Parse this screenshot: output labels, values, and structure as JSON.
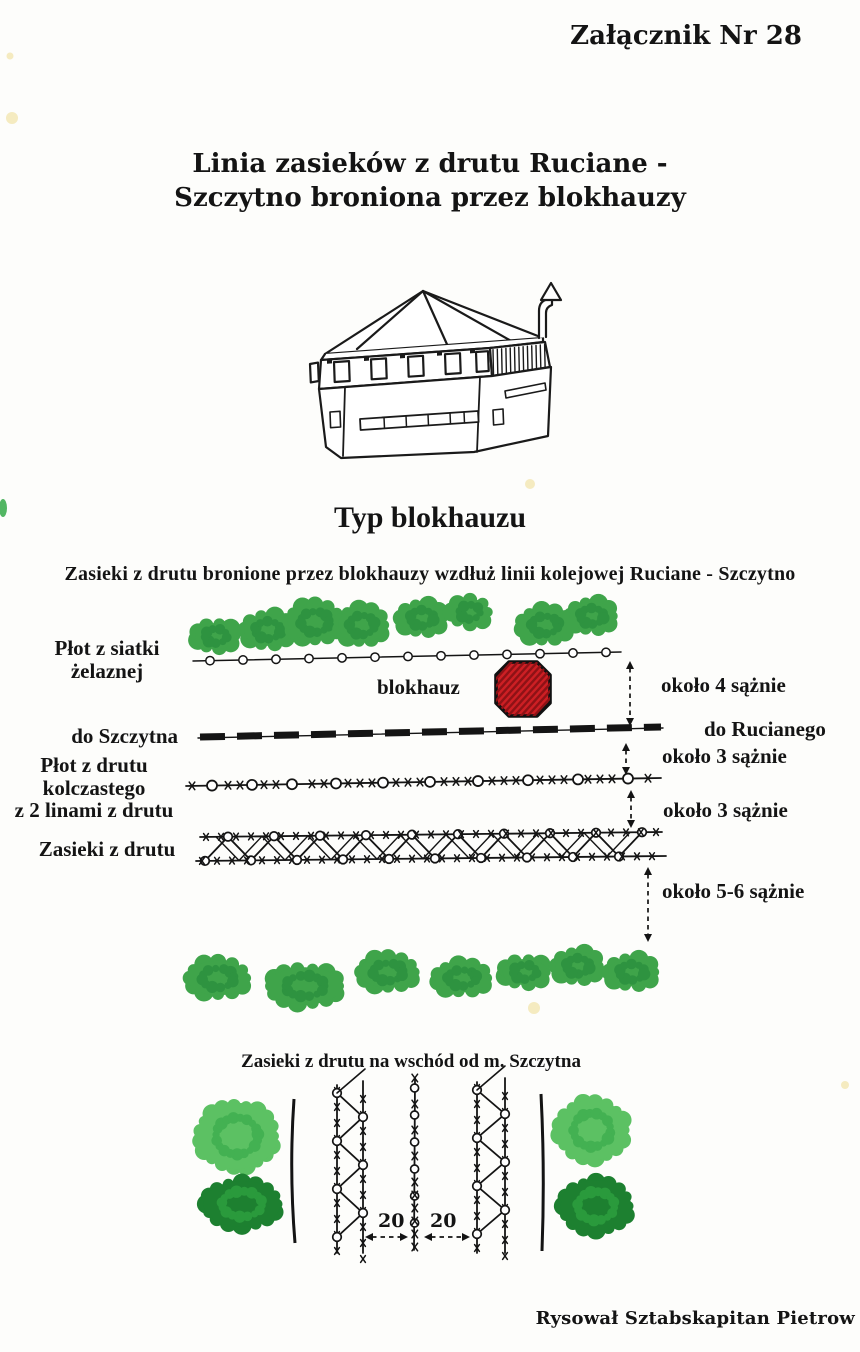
{
  "document": {
    "attachment": "Załącznik Nr 28",
    "title_line1": "Linia zasieków z drutu Ruciane -",
    "title_line2": "Szczytno broniona przez blokhauzy",
    "blockhouse_caption": "Typ blokhauzu",
    "credit": "Rysował Sztabskapitan Pietrow"
  },
  "profile_diagram": {
    "heading": "Zasieki z drutu bronione przez blokhauzy wzdłuż linii kolejowej Ruciane - Szczytno",
    "labels": {
      "mesh_fence_line1": "Płot z siatki",
      "mesh_fence_line2": "żelaznej",
      "blockhouse": "blokhauz",
      "to_szczytno": "do Szczytna",
      "to_ruciane": "do Rucianego",
      "barbed_fence_line1": "Płot z drutu",
      "barbed_fence_line2": "kolczastego",
      "barbed_fence_line3": "z 2 linami z drutu",
      "entanglement": "Zasieki z drutu"
    },
    "distances": {
      "d1": "około 4 sążnie",
      "d2": "około 3 sążnie",
      "d3": "około 3 sążnie",
      "d4": "około 5-6 sążnie"
    }
  },
  "east_diagram": {
    "heading": "Zasieki z drutu na wschód od m. Szczytna",
    "gap_left": "20",
    "gap_right": "20"
  },
  "colors": {
    "ink": "#141414",
    "paper": "#fdfdfb",
    "bush_green": "#3fa44a",
    "bush_green_dark": "#2e9340",
    "bush_light": "#5cc163",
    "bush_light_dark": "#43b152",
    "bush_deep": "#1d8030",
    "bush_deep_dark": "#2a9a3c",
    "blockhouse_red": "#cd1f24",
    "blockhouse_red_dark": "#8e1216",
    "stain_yellow": "#f1e3a6"
  }
}
